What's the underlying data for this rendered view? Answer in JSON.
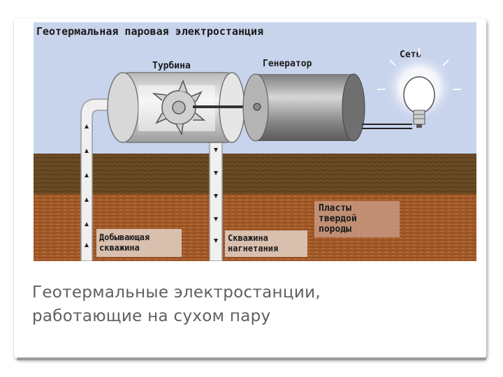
{
  "diagram": {
    "title": "Геотермальная паровая электростанция",
    "labels": {
      "turbine": "Турбина",
      "generator": "Генератор",
      "grid": "Сеть",
      "rock_line1": "Пласты",
      "rock_line2": "твердой",
      "rock_line3": "породы",
      "production_well_line1": "Добывающая",
      "production_well_line2": "скважина",
      "injection_well_line1": "Скважина",
      "injection_well_line2": "нагнетания"
    },
    "colors": {
      "sky": "#c8d4ec",
      "soil": "#6b4b24",
      "earth": "#a45c2a",
      "metal": "#9a9a9a",
      "pipe": "#f0f0f0"
    }
  },
  "caption": {
    "line1": "Геотермальные электростанции,",
    "line2": "работающие на сухом пару"
  }
}
